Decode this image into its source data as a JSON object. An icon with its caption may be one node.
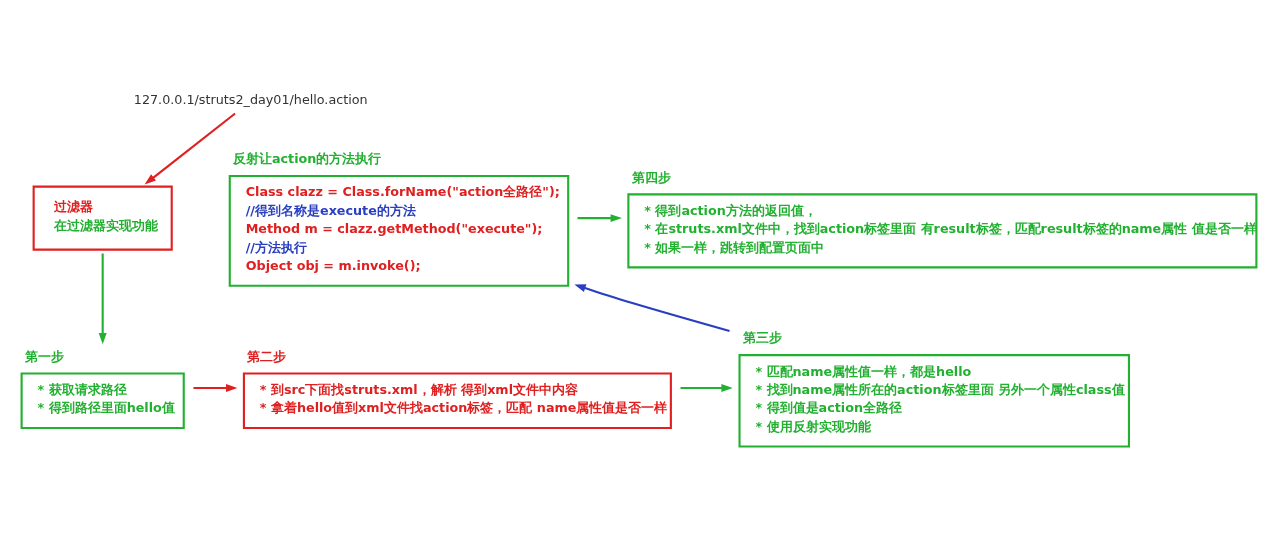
{
  "diagram": {
    "nodes": [
      {
        "text": [
          "127.0.0.1/struts2_day01/hello.action"
        ]
      },
      {
        "text": [
          "过滤器",
          "在过滤器实现功能"
        ]
      },
      {
        "text": [
          "第一步",
          "* 获取请求路径",
          "* 得到路径里面hello值"
        ]
      },
      {
        "text": [
          "第二步",
          "* 到src下面找struts.xml，解析 得到xml文件中内容",
          "* 拿着hello值到xml文件找action标签，匹配 name属性值是否一样"
        ]
      },
      {
        "text": [
          "第三步",
          "* 匹配name属性值一样，都是hello",
          "* 找到name属性所在的action标签里面 另外一个属性class值",
          "* 得到值是action全路径",
          "* 使用反射实现功能"
        ]
      },
      {
        "text": [
          "反射让action的方法执行",
          "Class clazz = Class.forName(\"action全路径\");",
          "//得到名称是execute的方法",
          "Method m = clazz.getMethod(\"execute\");",
          "//方法执行",
          "Object obj = m.invoke();"
        ]
      },
      {
        "text": [
          "第四步",
          "* 得到action方法的返回值，",
          "* 在struts.xml文件中，找到action标签里面 有result标签，匹配result标签的name属性 值是否一样",
          "* 如果一样，跳转到配置页面中"
        ]
      }
    ],
    "edges": [
      {
        "from": 0,
        "to": 1,
        "arrow": "to",
        "color": "#e02020"
      },
      {
        "from": 1,
        "to": 2,
        "arrow": "to"
      },
      {
        "from": 2,
        "to": 3,
        "arrow": "to",
        "color": "#e02020"
      },
      {
        "from": 3,
        "to": 4,
        "arrow": "to"
      },
      {
        "from": 4,
        "to": 5,
        "arrow": "to",
        "color": "#2a3fc0"
      },
      {
        "from": 5,
        "to": 6,
        "arrow": "to"
      }
    ]
  }
}
